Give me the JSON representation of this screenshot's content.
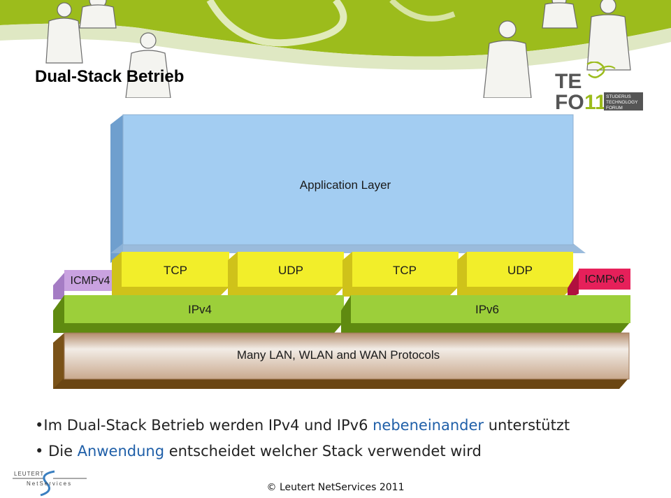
{
  "title": "Dual-Stack  Betrieb",
  "colors": {
    "banner_green": "#9cbc1c",
    "application": "#a3cdf2",
    "transport": "#f2ee2a",
    "icmpv4": "#c9a2e0",
    "icmpv6": "#e6205a",
    "ip": "#9ccf3a",
    "lan": "#b38b6b",
    "highlight": "#1f5fa8"
  },
  "logo": {
    "brand_top": "TE",
    "brand_bottom": "FO",
    "brand_number": "11",
    "org_lines": [
      "STUDERUS",
      "TECHNOLOGY",
      "FORUM"
    ]
  },
  "diagram": {
    "application": "Application Layer",
    "icmpv4": "ICMPv4",
    "tcp_v4": "TCP",
    "udp_v4": "UDP",
    "tcp_v6": "TCP",
    "udp_v6": "UDP",
    "icmpv6": "ICMPv6",
    "ipv4": "IPv4",
    "ipv6": "IPv6",
    "lan": "Many LAN, WLAN and WAN Protocols"
  },
  "bullets": {
    "b1_before": "Im Dual-Stack Betrieb werden IPv4 und IPv6 ",
    "b1_highlight": "nebeneinander",
    "b1_after": " unterstützt",
    "b2_before": "Die ",
    "b2_highlight": "Anwendung",
    "b2_after": " entscheidet welcher Stack verwendet wird"
  },
  "leutert_logo": {
    "top": "LEUTERT",
    "bottom": "NetServices"
  },
  "footer": "© Leutert NetServices 2011"
}
